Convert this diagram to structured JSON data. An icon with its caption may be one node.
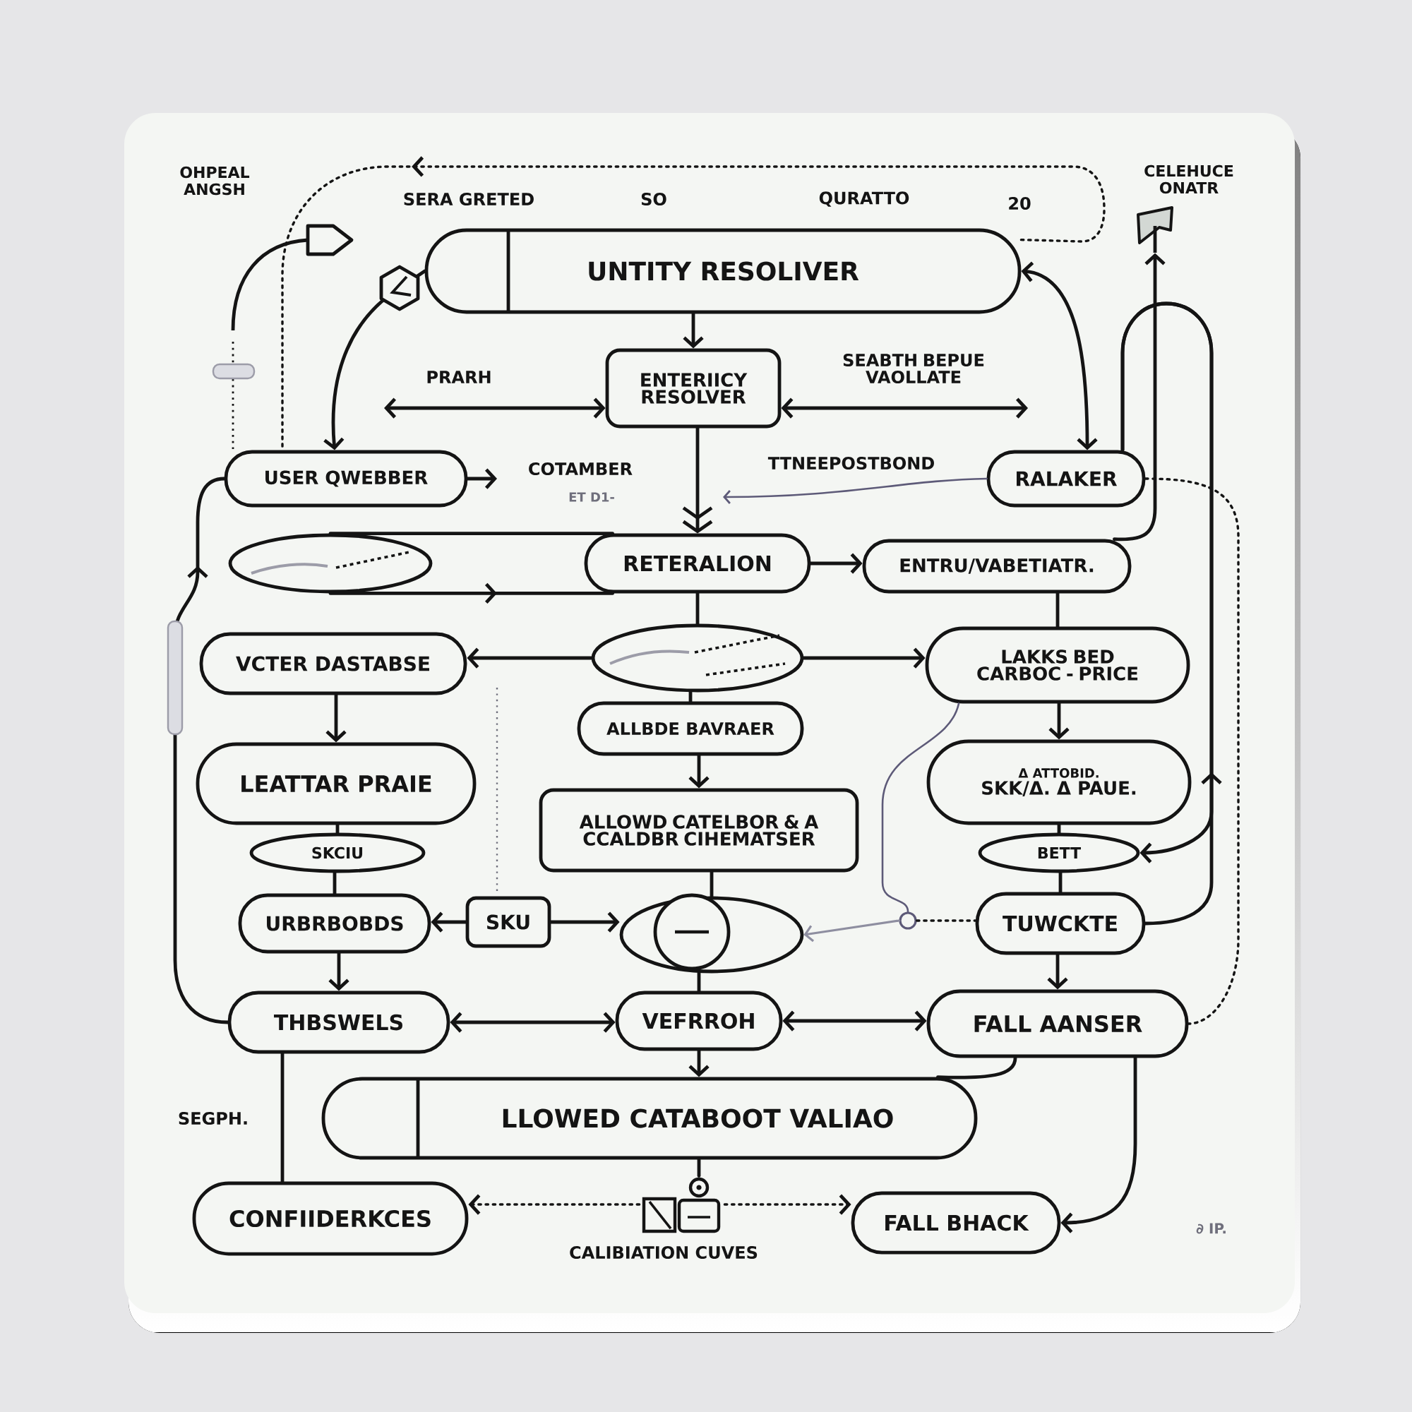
{
  "diagram": {
    "nodes": [
      {
        "text": [
          "UNTITY RESOLIVER"
        ]
      },
      {
        "text": [
          "ENTERIICY RESOLVER"
        ]
      },
      {
        "text": [
          "USER QWEBBER"
        ]
      },
      {
        "text": [
          "RALAKER"
        ]
      },
      {
        "text": [],
        "shape": "ellipse"
      },
      {
        "text": [
          "RETERALION"
        ]
      },
      {
        "text": [
          "ENTRU/VABETIATR."
        ]
      },
      {
        "text": [
          "VCTER DASTABSE"
        ]
      },
      {
        "text": [],
        "shape": "ellipse"
      },
      {
        "text": [
          "LAKKS BED CARBOC - PRICE"
        ]
      },
      {
        "text": [
          "ALLBDE BAVRAER"
        ]
      },
      {
        "text": [
          "LEATTAR PRAIE"
        ]
      },
      {
        "text": [
          "ALLOWD CATELBOR & A CCALDBR CIHEMATSER"
        ]
      },
      {
        "text": [
          "Δ ATTOBID.",
          "SKK/Δ. Δ PAUE."
        ]
      },
      {
        "text": [
          "SKCIU"
        ]
      },
      {
        "text": [
          "BETT"
        ]
      },
      {
        "text": [
          "URBRBOBDS"
        ]
      },
      {
        "text": [
          "SKU"
        ]
      },
      {
        "text": [],
        "shape": "ellipse"
      },
      {
        "text": [
          "TUWCKTE"
        ]
      },
      {
        "text": [
          "THBSWELS"
        ]
      },
      {
        "text": [
          "VEFRROH"
        ]
      },
      {
        "text": [
          "FALL AANSER"
        ]
      },
      {
        "text": [
          "LLOWED CATABOOT VALIAO"
        ]
      },
      {
        "text": [
          "CONFIIDERKCES"
        ]
      },
      {
        "text": [
          "FALL BHACK"
        ]
      },
      {
        "text": [],
        "shape": "picture",
        "beside": [
          "CALIBIATION CUVES"
        ]
      },
      {
        "text": [],
        "shape": "picture",
        "beside": [
          "CELEHUCE ONATR"
        ]
      },
      {
        "text": [],
        "shape": "circle"
      }
    ],
    "edges": [
      {
        "from": 0,
        "to": 1,
        "arrow": "to"
      },
      {
        "from": 1,
        "to": null,
        "arrow": "both"
      },
      {
        "from": 1,
        "to": null,
        "arrow": "both"
      },
      {
        "from": 0,
        "to": 3,
        "arrow": "both"
      },
      {
        "from": 0,
        "to": 2,
        "arrow": "to"
      },
      {
        "from": 2,
        "to": null,
        "arrow": "to"
      },
      {
        "from": 3,
        "to": null,
        "arrow": "to",
        "color": "#5d5a78"
      },
      {
        "from": 1,
        "to": 5,
        "arrow": "to"
      },
      {
        "from": 4,
        "to": 5,
        "arrow": "none"
      },
      {
        "from": 4,
        "to": 5,
        "arrow": "to"
      },
      {
        "from": 5,
        "to": 6,
        "arrow": "to"
      },
      {
        "from": 5,
        "to": 8,
        "arrow": "none"
      },
      {
        "from": 8,
        "to": 7,
        "arrow": "to"
      },
      {
        "from": 8,
        "to": 9,
        "arrow": "to"
      },
      {
        "from": 8,
        "to": 10,
        "arrow": "none"
      },
      {
        "from": 10,
        "to": 12,
        "arrow": "to"
      },
      {
        "from": 12,
        "to": 18,
        "arrow": "none"
      },
      {
        "from": 6,
        "to": 9,
        "arrow": "none"
      },
      {
        "from": 9,
        "to": 13,
        "arrow": "to"
      },
      {
        "from": 13,
        "to": 15,
        "arrow": "none"
      },
      {
        "from": 15,
        "to": 19,
        "arrow": "none"
      },
      {
        "from": 19,
        "to": 22,
        "arrow": "to"
      },
      {
        "from": 7,
        "to": 11,
        "arrow": "to"
      },
      {
        "from": 11,
        "to": 14,
        "arrow": "none"
      },
      {
        "from": 14,
        "to": 16,
        "arrow": "none"
      },
      {
        "from": 16,
        "to": 20,
        "arrow": "to"
      },
      {
        "from": 17,
        "to": 16,
        "arrow": "to"
      },
      {
        "from": 17,
        "to": 18,
        "arrow": "to"
      },
      {
        "from": 18,
        "to": 21,
        "arrow": "none"
      },
      {
        "from": 20,
        "to": 21,
        "arrow": "both"
      },
      {
        "from": 21,
        "to": 22,
        "arrow": "both"
      },
      {
        "from": 21,
        "to": 23,
        "arrow": "to"
      },
      {
        "from": 22,
        "to": 23,
        "arrow": "none"
      },
      {
        "from": 22,
        "to": 25,
        "arrow": "to"
      },
      {
        "from": 20,
        "to": 24,
        "arrow": "none"
      },
      {
        "from": 23,
        "to": 26,
        "arrow": "none"
      },
      {
        "from": 26,
        "to": 24,
        "arrow": "to",
        "style": "dashed"
      },
      {
        "from": 26,
        "to": 25,
        "arrow": "to",
        "style": "dashed"
      },
      {
        "from": 20,
        "to": 2,
        "arrow": "to"
      },
      {
        "from": 0,
        "to": 2,
        "arrow": "to",
        "style": "dashed"
      },
      {
        "from": 3,
        "to": 15,
        "arrow": "to"
      },
      {
        "from": 19,
        "to": 3,
        "arrow": "to"
      },
      {
        "from": 6,
        "to": 27,
        "arrow": "to"
      },
      {
        "from": 9,
        "to": 28,
        "arrow": "none",
        "color": "#5d5a78"
      },
      {
        "from": 3,
        "to": 22,
        "arrow": "none",
        "style": "dashed"
      },
      {
        "from": 28,
        "to": 18,
        "arrow": "to",
        "color": "#8e8ea0"
      },
      {
        "from": 28,
        "to": 19,
        "arrow": "none",
        "style": "dashed"
      }
    ],
    "labels": [
      "OHPEAL ANGSH",
      "SERA GRETED",
      "SO",
      "QURATTO",
      "20",
      "PRARH",
      "SEABTH BEPUE VAOLLATE",
      "COTAMBER",
      "TTNEEPOSTBOND",
      "ET D1-",
      "SEGPH.",
      "∂ IP."
    ]
  }
}
